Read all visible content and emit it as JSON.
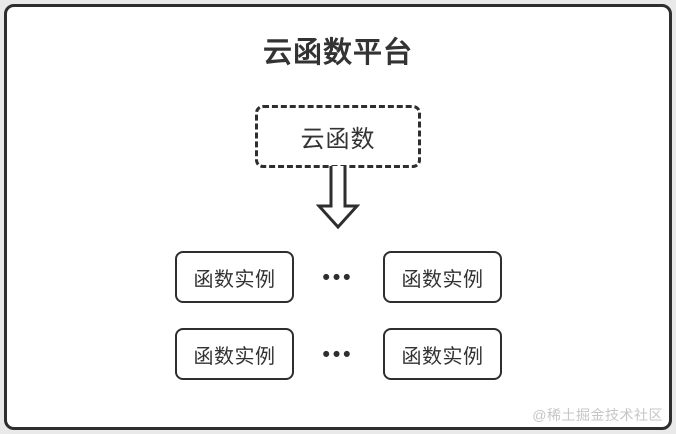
{
  "colors": {
    "canvas_bg": "#e9e9e9",
    "frame_bg": "#ffffff",
    "line": "#2e2e2e",
    "text": "#333333",
    "watermark": "#c6c6c6"
  },
  "diagram": {
    "title": "云函数平台",
    "root_node": {
      "label": "云函数",
      "border_style": "dashed"
    },
    "arrow_icon": "down-arrow",
    "rows": [
      {
        "boxes": [
          "函数实例",
          "函数实例"
        ],
        "ellipsis": "•••"
      },
      {
        "boxes": [
          "函数实例",
          "函数实例"
        ],
        "ellipsis": "•••"
      }
    ],
    "watermark": "@稀土掘金技术社区"
  }
}
